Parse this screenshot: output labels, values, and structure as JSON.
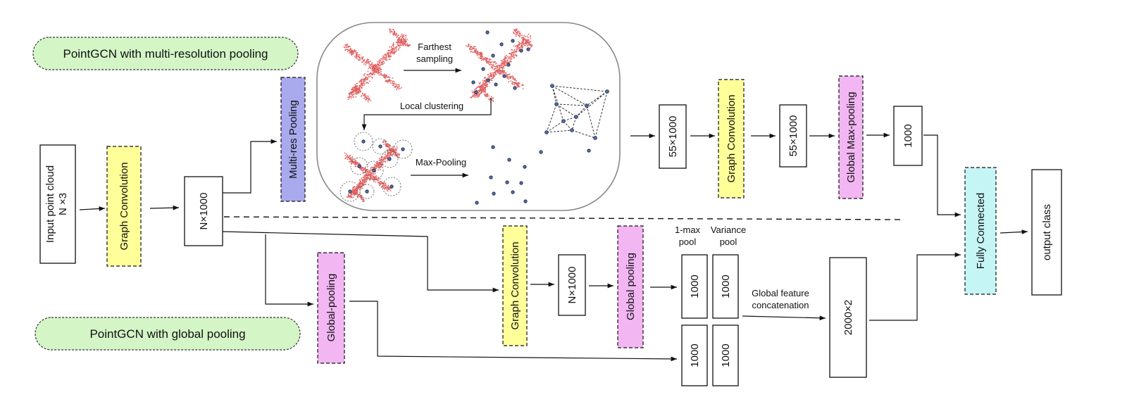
{
  "labels": {
    "title_multires": "PointGCN with multi-resolution pooling",
    "title_global": "PointGCN with global pooling",
    "input": "Input point cloud",
    "input_dim": "N ×3",
    "graph_conv": "Graph Convolution",
    "n1000": "N×1000",
    "multires_pool": "Multi-res Pooling",
    "farthest": "Farthest",
    "sampling": "sampling",
    "local_clustering": "Local clustering",
    "max_pooling": "Max-Pooling",
    "s55_1000": "55×1000",
    "global_max_pool": "Global Max-pooling",
    "v1000": "1000",
    "fully_connected": "Fully Connected",
    "output_class": "output class",
    "global_pooling_dash": "Global-pooling",
    "global_pooling": "Global pooling",
    "one_max": "1-max",
    "pool": "pool",
    "variance": "Variance",
    "global_feature": "Global feature",
    "concatenation": "concatenation",
    "s2000_2": "2000×2"
  },
  "colors": {
    "yellow": "#ffff99",
    "purple": "#a9a9ee",
    "pink": "#f2b6f2",
    "cyan": "#c5f5f5",
    "green": "#d4f5c6",
    "airplane": "#e06060",
    "node": "#4a6fb5"
  }
}
